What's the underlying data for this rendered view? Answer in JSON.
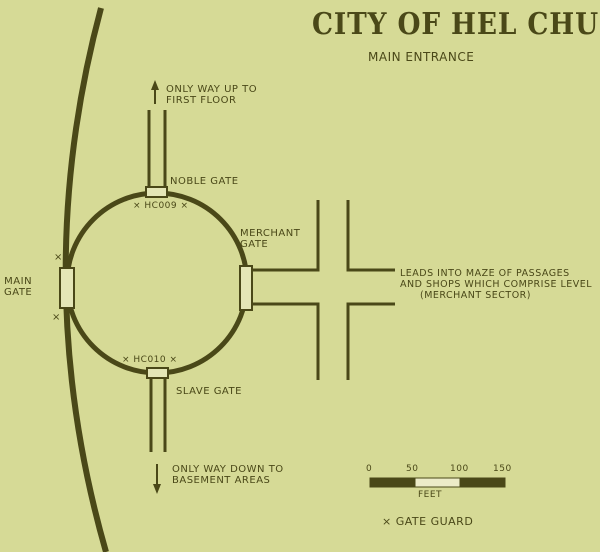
{
  "title": "CITY OF HEL CHURL",
  "subtitle": "MAIN ENTRANCE",
  "colors": {
    "background": "#d6da96",
    "ink": "#4a4818"
  },
  "labels": {
    "up": [
      "ONLY WAY UP TO",
      "FIRST FLOOR"
    ],
    "noble_gate": "NOBLE GATE",
    "hc009": "HC009",
    "merchant_gate": [
      "MERCHANT",
      "GATE"
    ],
    "main_gate": [
      "MAIN",
      "GATE"
    ],
    "leads": [
      "LEADS INTO MAZE OF PASSAGES",
      "AND SHOPS WHICH COMPRISE LEVEL",
      "(MERCHANT SECTOR)"
    ],
    "hc010": "HC010",
    "slave_gate": "SLAVE GATE",
    "down": [
      "ONLY WAY DOWN TO",
      "BASEMENT AREAS"
    ]
  },
  "scale": {
    "ticks": [
      "0",
      "50",
      "100",
      "150"
    ],
    "unit": "FEET"
  },
  "legend": {
    "symbol": "×",
    "label": "GATE GUARD"
  }
}
